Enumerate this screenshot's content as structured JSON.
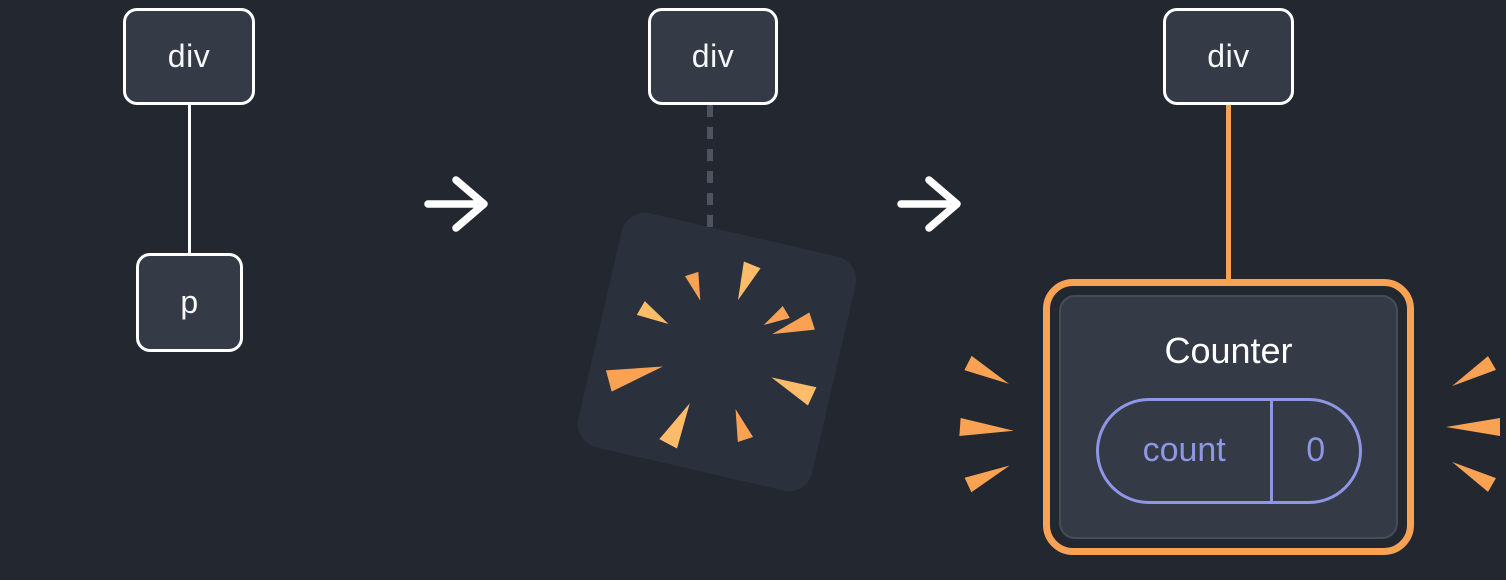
{
  "diagram": {
    "stage1": {
      "parent": {
        "label": "div"
      },
      "child": {
        "label": "p"
      }
    },
    "stage2": {
      "parent": {
        "label": "div"
      }
    },
    "stage3": {
      "parent": {
        "label": "div"
      },
      "component": {
        "title": "Counter",
        "state": {
          "key": "count",
          "value": "0"
        }
      }
    },
    "icons": {
      "transition_arrow": "arrow-right-icon",
      "burst": "spark-burst-icon",
      "emphasis_left": "spark-left-icon",
      "emphasis_right": "spark-right-icon"
    },
    "colors": {
      "background": "#23272f",
      "node_fill": "#343a46",
      "node_border": "#ffffff",
      "arrow": "#ffffff",
      "accent_orange": "#f9a254",
      "spark_light": "#fdbc69",
      "state_purple": "#8e97e6",
      "dashed_connector": "#4d5461",
      "poof_fill": "#2b313c"
    }
  }
}
